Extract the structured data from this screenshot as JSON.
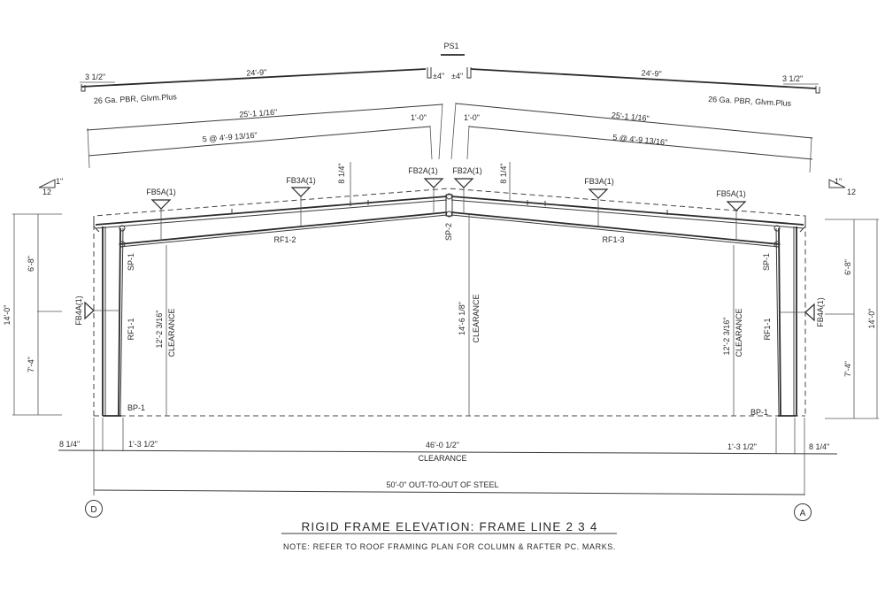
{
  "drawing": {
    "title": "RIGID FRAME ELEVATION:  FRAME LINE   2   3   4",
    "note": "NOTE:  REFER TO ROOF FRAMING PLAN FOR COLUMN & RAFTER PC. MARKS."
  },
  "roof_panels": {
    "ridge_label": "PS1",
    "left": {
      "overhang": "3 1/2\"",
      "length": "24'-9\"",
      "ridge_gap": "±4\"",
      "material": "26 Ga. PBR, Glvm.Plus"
    },
    "right": {
      "overhang": "3 1/2\"",
      "length": "24'-9\"",
      "ridge_gap": "±4\"",
      "material": "26 Ga. PBR, Glvm.Plus"
    }
  },
  "purlins": {
    "left": {
      "total": "25'-1 1/16\"",
      "spacing": "5 @ 4'-9 13/16\"",
      "ridge_offset": "1'-0\""
    },
    "right": {
      "total": "25'-1 1/16\"",
      "spacing": "5 @ 4'-9 13/16\"",
      "ridge_offset": "1'-0\""
    }
  },
  "slope": {
    "rise": "1\"",
    "run": "12"
  },
  "flange_braces": {
    "fb5a_left": "FB5A(1)",
    "fb3a_left": "FB3A(1)",
    "fb2a_left": "FB2A(1)",
    "fb2a_right": "FB2A(1)",
    "fb3a_right": "FB3A(1)",
    "fb5a_right": "FB5A(1)",
    "fb4a_left": "FB4A(1)",
    "fb4a_right": "FB4A(1)"
  },
  "eave_offsets": {
    "left": "8 1/4\"",
    "right": "8 1/4\""
  },
  "members": {
    "rafter_left": "RF1-2",
    "rafter_right": "RF1-3",
    "column_left": "RF1-1",
    "column_right": "RF1-1",
    "splice_ridge": "SP-2",
    "splice_left": "SP-1",
    "splice_right": "SP-1",
    "base_left": "BP-1",
    "base_right": "BP-1"
  },
  "clearances": {
    "left_height": "12'-2 3/16\"",
    "center_height": "14'-6 1/8\"",
    "right_height": "12'-2 3/16\"",
    "label": "CLEARANCE"
  },
  "side_dims": {
    "left": {
      "upper": "6'-8\"",
      "lower": "7'-4\"",
      "total": "14'-0\""
    },
    "right": {
      "upper": "6'-8\"",
      "lower": "7'-4\"",
      "total": "14'-0\""
    }
  },
  "bottom_dims": {
    "left_offset": "8 1/4\"",
    "left_column": "1'-3 1/2\"",
    "clear_span": "46'-0 1/2\"",
    "clear_label": "CLEARANCE",
    "right_column": "1'-3 1/2\"",
    "right_offset": "8 1/4\"",
    "overall": "50'-0\" OUT-TO-OUT OF STEEL"
  },
  "grid_lines": {
    "left": "D",
    "right": "A"
  }
}
